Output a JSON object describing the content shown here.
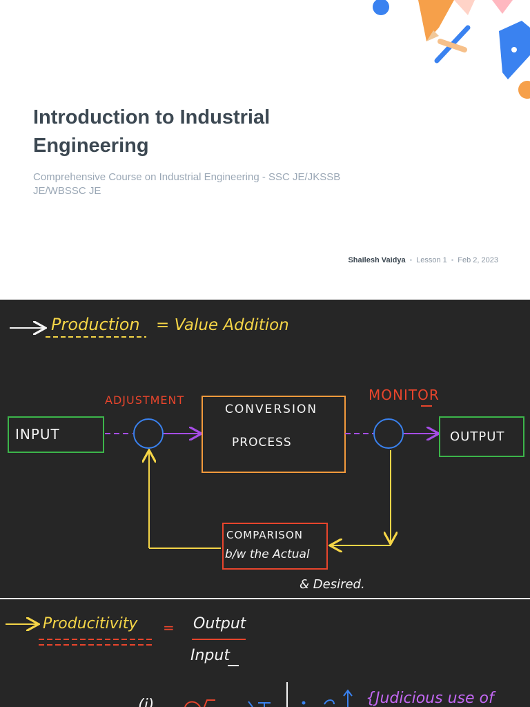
{
  "lesson": {
    "title": "Introduction to Industrial Engineering",
    "subtitle": "Comprehensive Course on Industrial Engineering - SSC JE/JKSSB JE/WBSSC JE",
    "author": "Shailesh Vaidya",
    "lesson_no": "Lesson 1",
    "date": "Feb 2, 2023"
  },
  "board1": {
    "heading": "Production",
    "equals": "= Value Addition",
    "adjustment": "ADJUSTMENT",
    "monitor": "MONITOR",
    "input": "INPUT",
    "process_line1": "CONVERSION",
    "process_line2": "PROCESS",
    "output": "OUTPUT",
    "comparison_line1": "COMPARISON",
    "comparison_line2": "b/w the Actual",
    "comparison_line3": "& Desired."
  },
  "board2": {
    "heading": "Producitivity",
    "equals": "=",
    "numerator": "Output",
    "denominator": "Input",
    "bottom_note": "{Judicious use of"
  },
  "colors": {
    "yellow": "#f5d547",
    "red": "#e8452c",
    "green": "#3cb54a",
    "orange": "#f39a3c",
    "blue": "#3a82f0",
    "purple": "#a64de6",
    "white": "#f4f4f4"
  }
}
